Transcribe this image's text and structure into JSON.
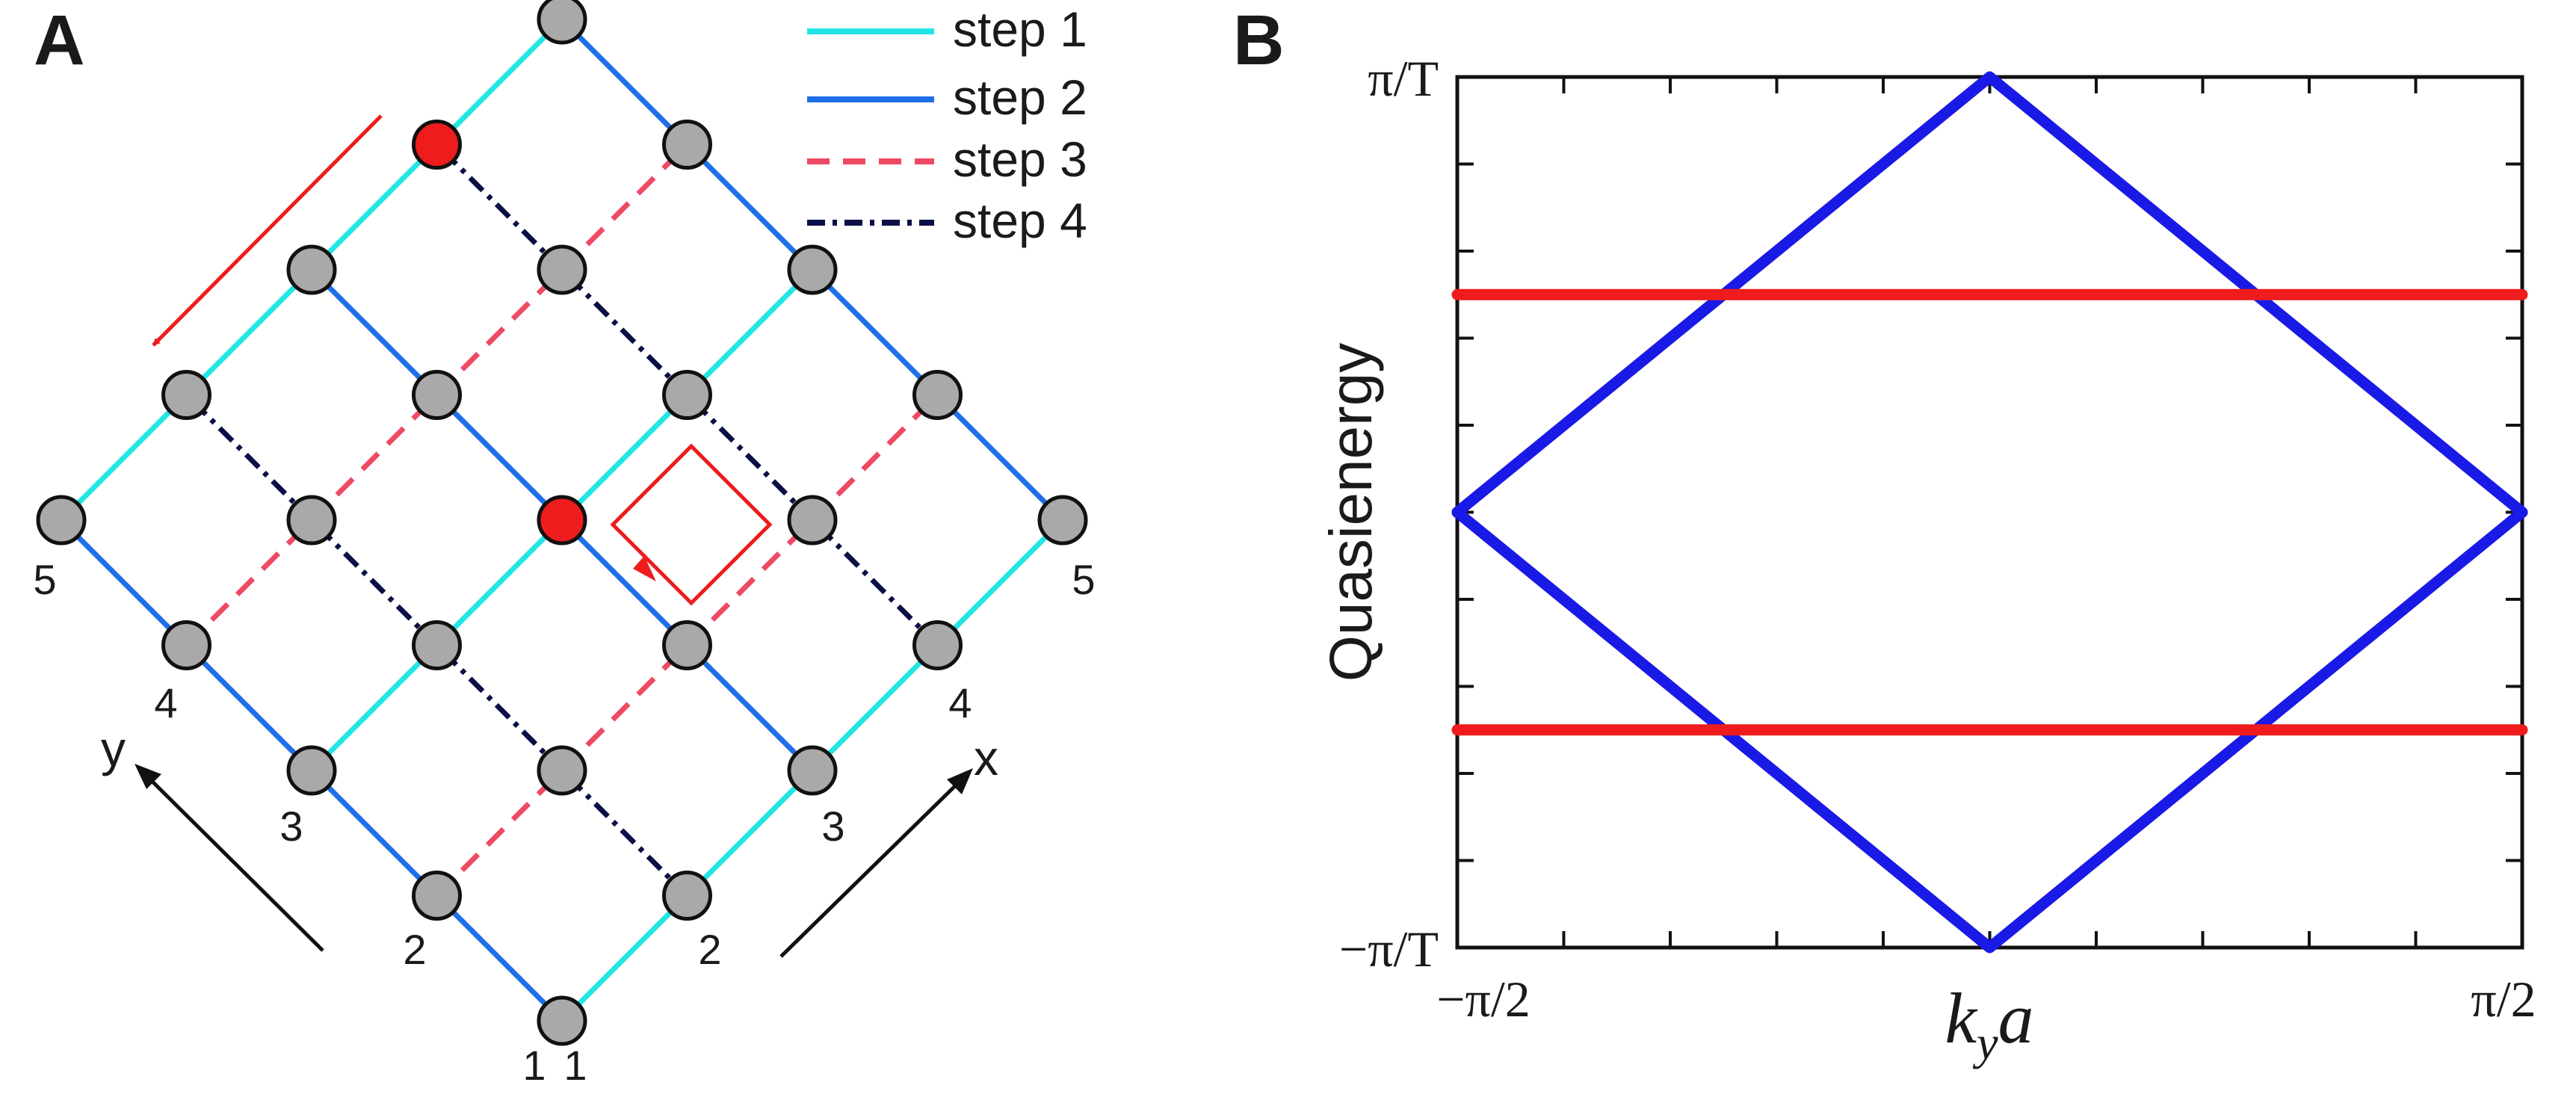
{
  "panel_a": {
    "letter": "A",
    "legend": [
      {
        "label": "step 1",
        "color": "#22e5e5",
        "style": "solid"
      },
      {
        "label": "step 2",
        "color": "#1f6fe8",
        "style": "solid"
      },
      {
        "label": "step 3",
        "color": "#ee4a63",
        "style": "dashed"
      },
      {
        "label": "step 4",
        "color": "#0a1045",
        "style": "dashdot"
      }
    ],
    "axis_x": "x",
    "axis_y": "y",
    "x_numbers": [
      "1",
      "2",
      "3",
      "4",
      "5"
    ],
    "y_numbers": [
      "1",
      "2",
      "3",
      "4",
      "5"
    ],
    "site_colors": {
      "normal": "#a9a9a9",
      "highlight": "#ee1c1c"
    },
    "arrow_color": "#ee1c1c"
  },
  "panel_b": {
    "letter": "B",
    "chart_data": {
      "type": "line",
      "xlabel": "k_y a",
      "ylabel": "Quasienergy",
      "xtick_labels": [
        "−π/2",
        "π/2"
      ],
      "ytick_labels": [
        "π/T",
        "−π/T"
      ],
      "xlim": [
        -1.5708,
        1.5708
      ],
      "ylim": [
        -1,
        1
      ],
      "series": [
        {
          "color": "#1a1ae6",
          "segments": [
            {
              "x": [
                -1.5708,
                0,
                1.5708
              ],
              "y": [
                0,
                1,
                0
              ]
            },
            {
              "x": [
                -1.5708,
                0,
                1.5708
              ],
              "y": [
                0,
                -1,
                0
              ]
            }
          ]
        },
        {
          "color": "#ee1c1c",
          "segments": [
            {
              "x": [
                -1.5708,
                1.5708
              ],
              "y": [
                0.5,
                0.5
              ]
            },
            {
              "x": [
                -1.5708,
                1.5708
              ],
              "y": [
                -0.5,
                -0.5
              ]
            }
          ]
        }
      ]
    }
  }
}
